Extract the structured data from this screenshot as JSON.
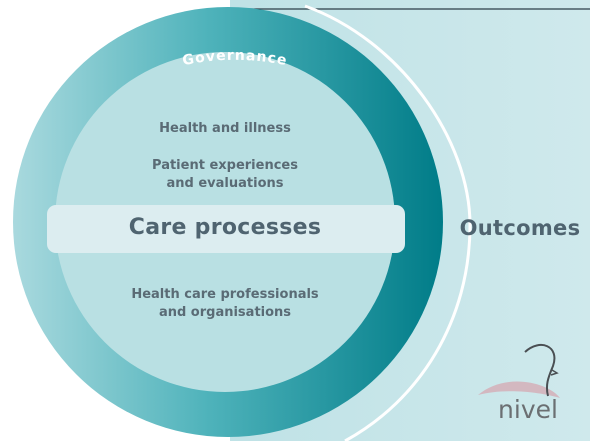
{
  "diagram": {
    "arc_label": "Governance",
    "inner_labels": [
      {
        "text": "Health and illness"
      },
      {
        "text": "Patient experiences\nand evaluations"
      },
      {
        "text": "Health care professionals\nand organisations"
      }
    ],
    "central_bar": "Care processes",
    "right_label": "Outcomes"
  },
  "logo": {
    "text": "nivel"
  },
  "colors": {
    "ring_light": "#a8d8dd",
    "ring_dark": "#007e8a",
    "inner_disc": "#b9e0e3",
    "outer_panel": "#c7e5e8",
    "bar": "#dcecef",
    "text": "#5a6b75",
    "logo_swoosh": "#c8a3ad"
  }
}
